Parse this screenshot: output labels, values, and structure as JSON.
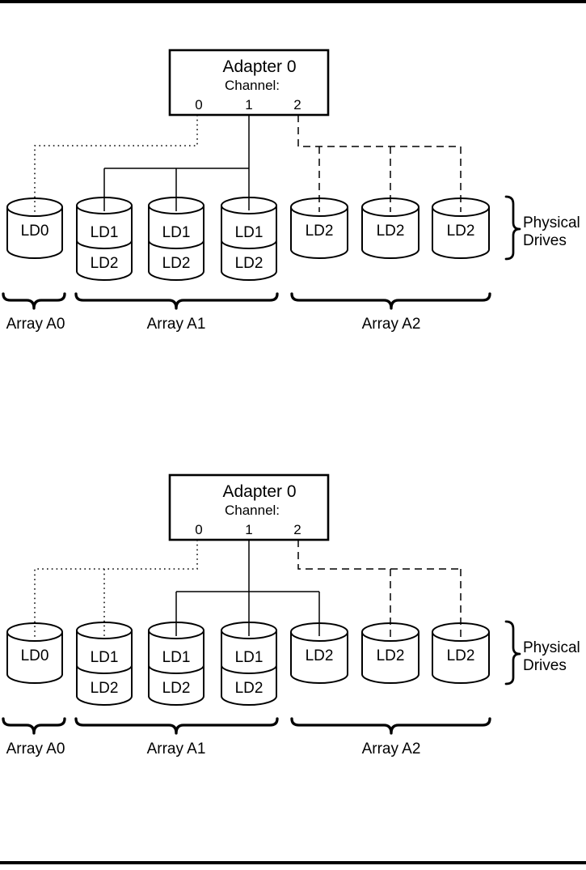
{
  "page": {
    "background": "#ffffff",
    "ink_color": "#000000",
    "rule_color": "#000000"
  },
  "figures": [
    {
      "id": "figure-1",
      "adapter": {
        "title": "Adapter 0",
        "channel_label": "Channel:",
        "channels": [
          "0",
          "1",
          "2"
        ]
      },
      "connections": [
        {
          "channel": "0",
          "line_style": "dotted",
          "drives": [
            "LD0"
          ]
        },
        {
          "channel": "1",
          "line_style": "solid",
          "drives": [
            "LD1/LD2",
            "LD1/LD2",
            "LD1/LD2"
          ]
        },
        {
          "channel": "2",
          "line_style": "dashed",
          "drives": [
            "LD2",
            "LD2",
            "LD2"
          ]
        }
      ],
      "drives": [
        {
          "labels": [
            "LD0"
          ]
        },
        {
          "labels": [
            "LD1",
            "LD2"
          ]
        },
        {
          "labels": [
            "LD1",
            "LD2"
          ]
        },
        {
          "labels": [
            "LD1",
            "LD2"
          ]
        },
        {
          "labels": [
            "LD2"
          ]
        },
        {
          "labels": [
            "LD2"
          ]
        },
        {
          "labels": [
            "LD2"
          ]
        }
      ],
      "arrays": [
        {
          "label": "Array A0"
        },
        {
          "label": "Array A1"
        },
        {
          "label": "Array A2"
        }
      ],
      "physical_drives_caption": {
        "line1": "Physical",
        "line2": "Drives"
      }
    },
    {
      "id": "figure-2",
      "adapter": {
        "title": "Adapter 0",
        "channel_label": "Channel:",
        "channels": [
          "0",
          "1",
          "2"
        ]
      },
      "connections": [
        {
          "channel": "0",
          "line_style": "dotted",
          "drives": [
            "LD0",
            "LD1/LD2"
          ]
        },
        {
          "channel": "1",
          "line_style": "solid",
          "drives": [
            "LD1/LD2",
            "LD1/LD2",
            "LD2"
          ]
        },
        {
          "channel": "2",
          "line_style": "dashed",
          "drives": [
            "LD2",
            "LD2"
          ]
        }
      ],
      "drives": [
        {
          "labels": [
            "LD0"
          ]
        },
        {
          "labels": [
            "LD1",
            "LD2"
          ]
        },
        {
          "labels": [
            "LD1",
            "LD2"
          ]
        },
        {
          "labels": [
            "LD1",
            "LD2"
          ]
        },
        {
          "labels": [
            "LD2"
          ]
        },
        {
          "labels": [
            "LD2"
          ]
        },
        {
          "labels": [
            "LD2"
          ]
        }
      ],
      "arrays": [
        {
          "label": "Array A0"
        },
        {
          "label": "Array A1"
        },
        {
          "label": "Array A2"
        }
      ],
      "physical_drives_caption": {
        "line1": "Physical",
        "line2": "Drives"
      }
    }
  ]
}
